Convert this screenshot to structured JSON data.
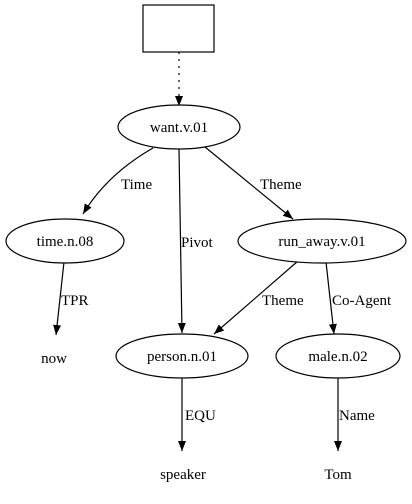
{
  "diagram": {
    "nodes": [
      {
        "id": "box",
        "label": "",
        "shape": "box"
      },
      {
        "id": "want",
        "label": "want.v.01",
        "shape": "ellipse"
      },
      {
        "id": "time",
        "label": "time.n.08",
        "shape": "ellipse"
      },
      {
        "id": "run",
        "label": "run_away.v.01",
        "shape": "ellipse"
      },
      {
        "id": "now",
        "label": "now",
        "shape": "plain"
      },
      {
        "id": "person",
        "label": "person.n.01",
        "shape": "ellipse"
      },
      {
        "id": "male",
        "label": "male.n.02",
        "shape": "ellipse"
      },
      {
        "id": "speaker",
        "label": "speaker",
        "shape": "plain"
      },
      {
        "id": "tom",
        "label": "Tom",
        "shape": "plain"
      }
    ],
    "edges": [
      {
        "from": "box",
        "to": "want",
        "label": "",
        "style": "dotted"
      },
      {
        "from": "want",
        "to": "time",
        "label": "Time",
        "style": "solid"
      },
      {
        "from": "want",
        "to": "person",
        "label": "Pivot",
        "style": "solid"
      },
      {
        "from": "want",
        "to": "run",
        "label": "Theme",
        "style": "solid"
      },
      {
        "from": "time",
        "to": "now",
        "label": "TPR",
        "style": "solid"
      },
      {
        "from": "run",
        "to": "person",
        "label": "Theme",
        "style": "solid"
      },
      {
        "from": "run",
        "to": "male",
        "label": "Co-Agent",
        "style": "solid"
      },
      {
        "from": "person",
        "to": "speaker",
        "label": "EQU",
        "style": "solid"
      },
      {
        "from": "male",
        "to": "tom",
        "label": "Name",
        "style": "solid"
      }
    ]
  }
}
